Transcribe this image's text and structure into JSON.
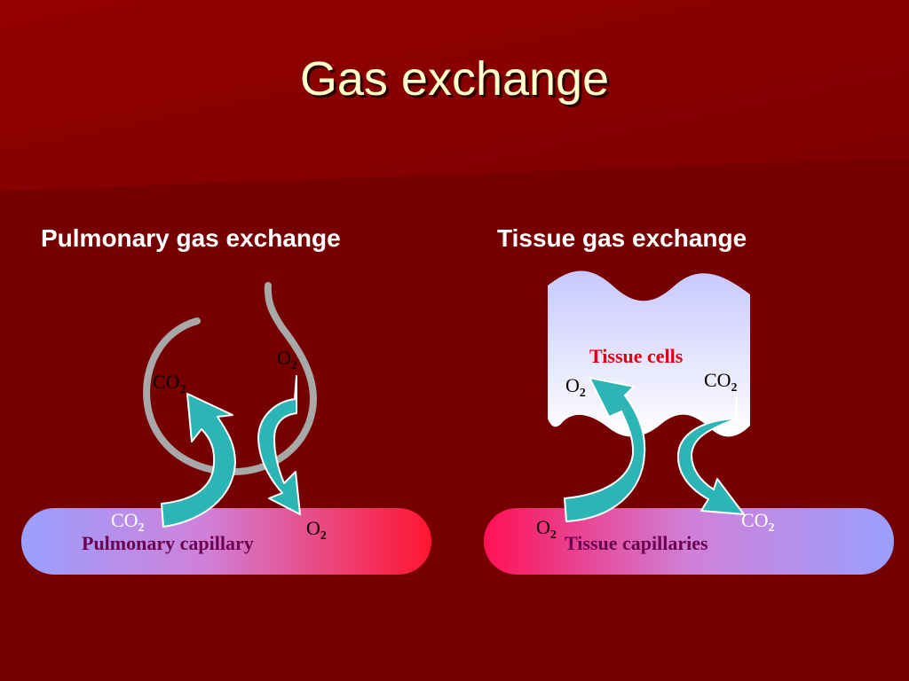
{
  "slide": {
    "title": "Gas exchange",
    "colors": {
      "background": "#760000",
      "title": "#ffffcc",
      "arrow": "#2bb5b5",
      "membrane": "#a8a8a8",
      "label_purple": "#6a0050",
      "label_red": "#e00010"
    }
  },
  "pulmonary": {
    "heading": "Pulmonary gas exchange",
    "capillary_label": "Pulmonary capillary",
    "labels": {
      "co2_top": "CO",
      "o2_top": "O",
      "co2_bottom": "CO",
      "o2_bottom": "O"
    },
    "subscript": "2"
  },
  "tissue": {
    "heading": "Tissue gas exchange",
    "cells_label": "Tissue cells",
    "capillary_label": "Tissue capillaries",
    "labels": {
      "o2_top": "O",
      "co2_top": "CO",
      "o2_bottom": "O",
      "co2_bottom": "CO"
    },
    "subscript": "2"
  }
}
